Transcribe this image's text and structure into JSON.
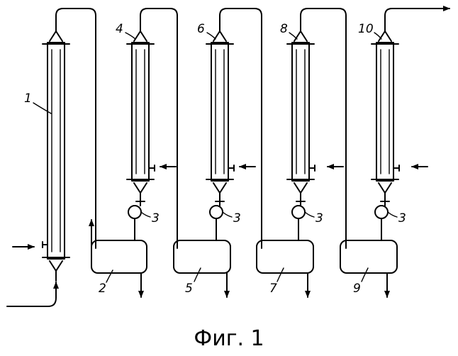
{
  "labels": {
    "n1": "1",
    "n2": "2",
    "n3a": "3",
    "n3b": "3",
    "n3c": "3",
    "n3d": "3",
    "n4": "4",
    "n5": "5",
    "n6": "6",
    "n7": "7",
    "n8": "8",
    "n9": "9",
    "n10": "10"
  },
  "caption": "Фиг. 1"
}
